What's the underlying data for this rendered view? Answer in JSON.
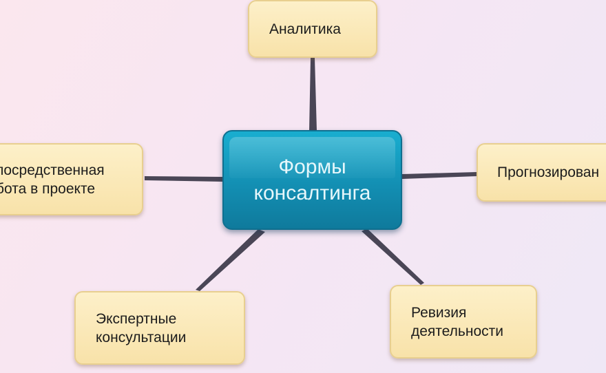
{
  "diagram": {
    "center": {
      "label": "Формы\nконсалтинга"
    },
    "nodes": {
      "analytics": "Аналитика",
      "direct_work": "посредственная\nбота в проекте",
      "forecasting": "Прогнозирован",
      "expert": "Экспертные\nконсультации",
      "audit": "Ревизия\nдеятельности"
    }
  },
  "colors": {
    "center_fill": "#138fb3",
    "node_fill": "#f8e2a9",
    "connector": "#4a4656"
  }
}
